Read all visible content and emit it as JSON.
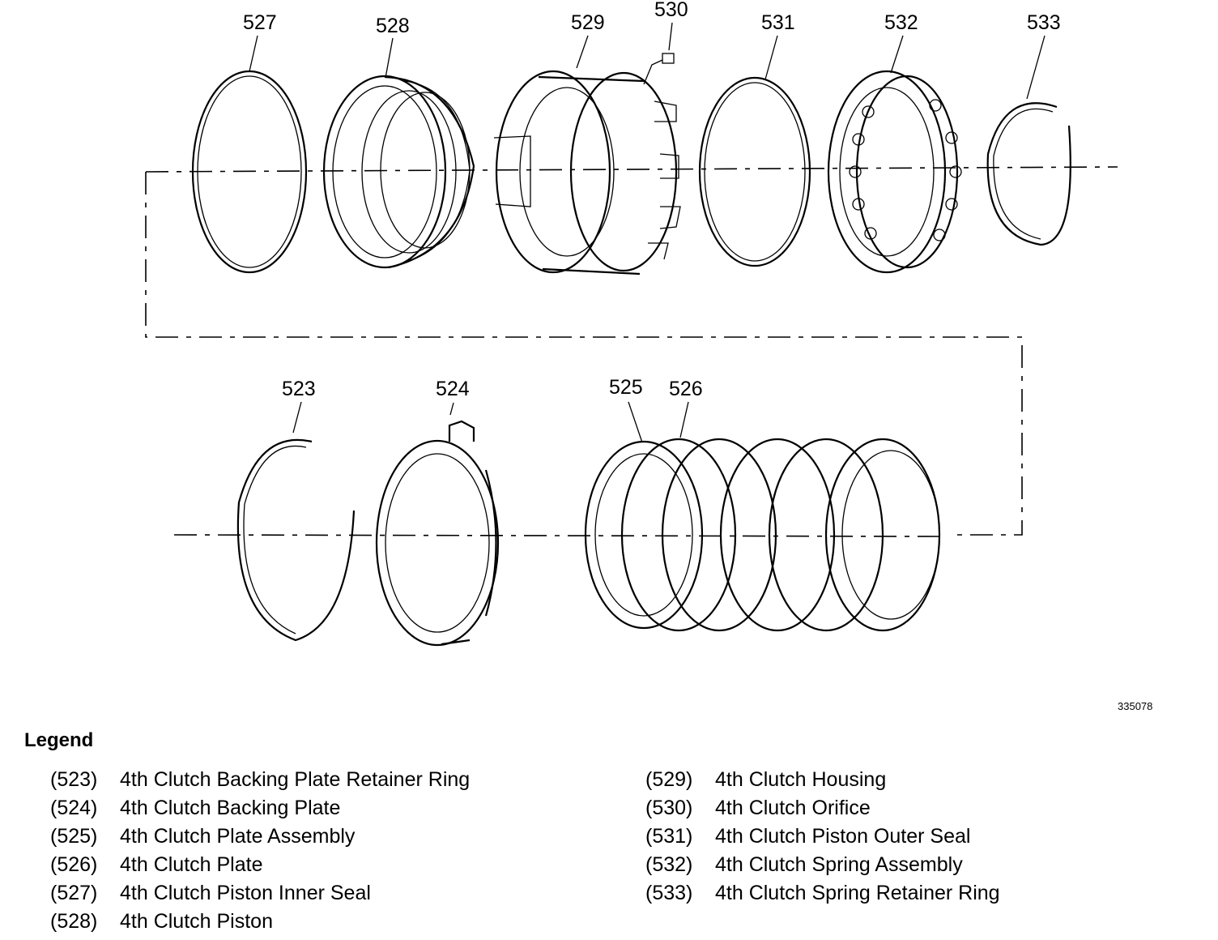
{
  "figure": {
    "number": "335078",
    "callouts": [
      {
        "id": "527"
      },
      {
        "id": "528"
      },
      {
        "id": "529"
      },
      {
        "id": "530"
      },
      {
        "id": "531"
      },
      {
        "id": "532"
      },
      {
        "id": "533"
      },
      {
        "id": "523"
      },
      {
        "id": "524"
      },
      {
        "id": "525"
      },
      {
        "id": "526"
      }
    ]
  },
  "legend": {
    "title": "Legend",
    "left": [
      {
        "code": "(523)",
        "name": "4th Clutch Backing Plate Retainer Ring"
      },
      {
        "code": "(524)",
        "name": "4th Clutch Backing Plate"
      },
      {
        "code": "(525)",
        "name": "4th Clutch Plate Assembly"
      },
      {
        "code": "(526)",
        "name": "4th Clutch Plate"
      },
      {
        "code": "(527)",
        "name": "4th Clutch Piston Inner Seal"
      },
      {
        "code": "(528)",
        "name": "4th Clutch Piston"
      }
    ],
    "right": [
      {
        "code": "(529)",
        "name": "4th Clutch Housing"
      },
      {
        "code": "(530)",
        "name": "4th Clutch Orifice"
      },
      {
        "code": "(531)",
        "name": "4th Clutch Piston Outer Seal"
      },
      {
        "code": "(532)",
        "name": "4th Clutch Spring Assembly"
      },
      {
        "code": "(533)",
        "name": "4th Clutch Spring Retainer Ring"
      }
    ]
  }
}
